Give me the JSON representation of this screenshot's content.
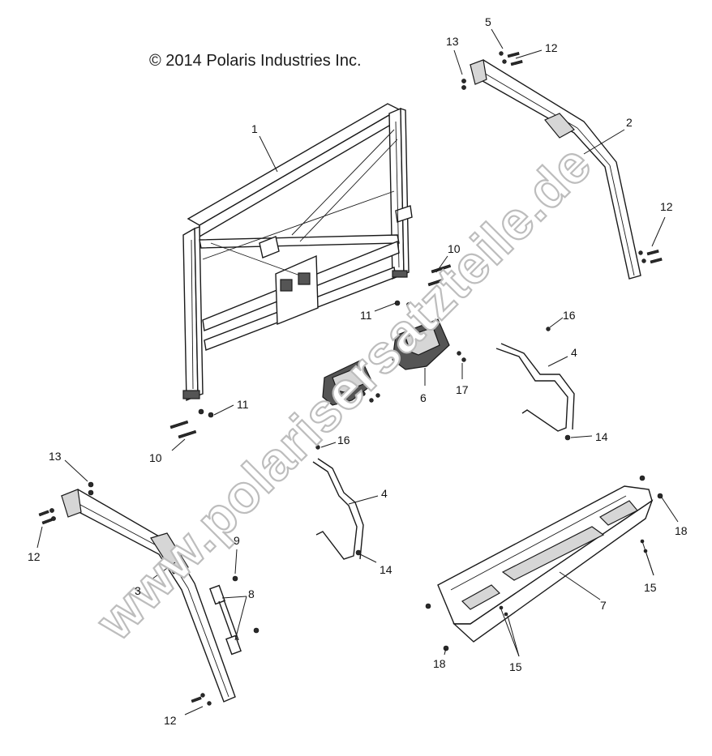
{
  "copyright": "© 2014 Polaris Industries Inc.",
  "watermark": "www.polarisersatzteile.de",
  "callouts": {
    "c1": "1",
    "c2": "2",
    "c3": "3",
    "c4a": "4",
    "c4b": "4",
    "c5": "5",
    "c6": "6",
    "c7": "7",
    "c8": "8",
    "c9": "9",
    "c10a": "10",
    "c10b": "10",
    "c11a": "11",
    "c11b": "11",
    "c12a": "12",
    "c12b": "12",
    "c12c": "12",
    "c12d": "12",
    "c13a": "13",
    "c13b": "13",
    "c14a": "14",
    "c14b": "14",
    "c15a": "15",
    "c15b": "15",
    "c16a": "16",
    "c16b": "16",
    "c17": "17",
    "c18a": "18",
    "c18b": "18"
  }
}
